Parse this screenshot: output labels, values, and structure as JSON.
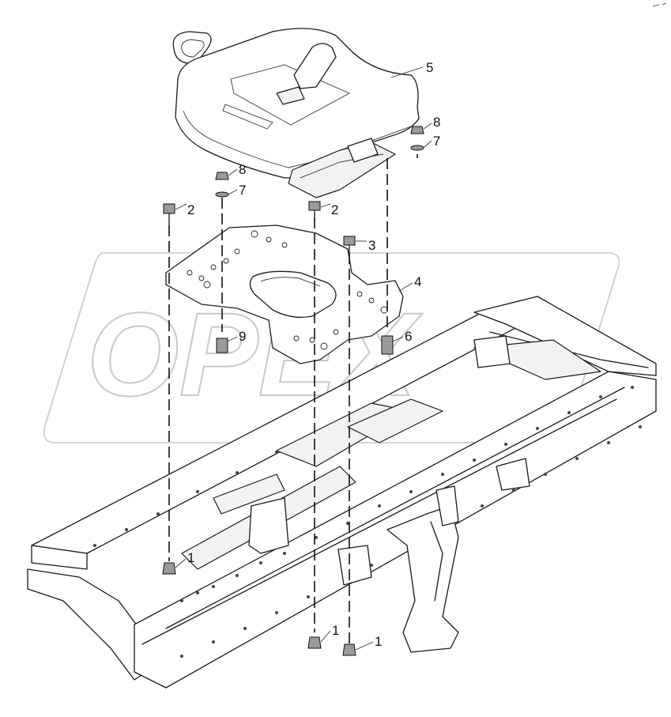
{
  "watermark": {
    "text": "OPEX"
  },
  "callouts": [
    {
      "id": "c1a",
      "text": "1"
    },
    {
      "id": "c1b",
      "text": "1"
    },
    {
      "id": "c1c",
      "text": "1"
    },
    {
      "id": "c2a",
      "text": "2"
    },
    {
      "id": "c2b",
      "text": "2"
    },
    {
      "id": "c3",
      "text": "3"
    },
    {
      "id": "c4",
      "text": "4"
    },
    {
      "id": "c5",
      "text": "5"
    },
    {
      "id": "c6",
      "text": "6"
    },
    {
      "id": "c7a",
      "text": "7"
    },
    {
      "id": "c7b",
      "text": "7"
    },
    {
      "id": "c8a",
      "text": "8"
    },
    {
      "id": "c8b",
      "text": "8"
    },
    {
      "id": "c9",
      "text": "9"
    }
  ]
}
